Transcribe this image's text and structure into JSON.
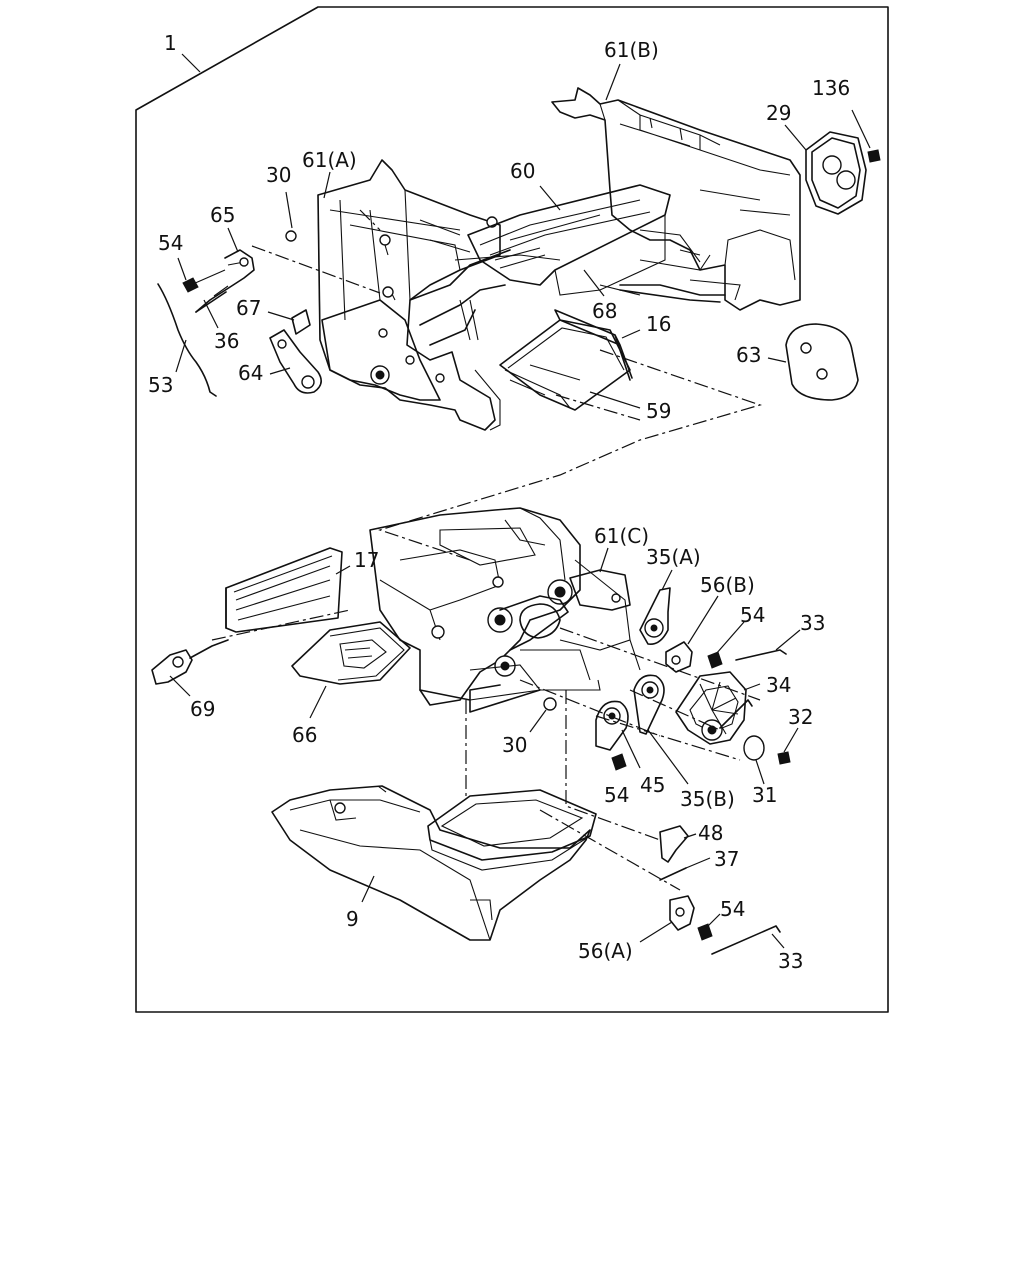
{
  "diagram": {
    "labels": {
      "p1": "1",
      "p61b": "61(B)",
      "p136": "136",
      "p29": "29",
      "p30a": "30",
      "p61a": "61(A)",
      "p60": "60",
      "p65": "65",
      "p54a": "54",
      "p67": "67",
      "p68": "68",
      "p16": "16",
      "p36": "36",
      "p63": "63",
      "p53": "53",
      "p64": "64",
      "p59": "59",
      "p61c": "61(C)",
      "p17": "17",
      "p35a": "35(A)",
      "p56b": "56(B)",
      "p54b": "54",
      "p33a": "33",
      "p34": "34",
      "p69": "69",
      "p32": "32",
      "p66": "66",
      "p30b": "30",
      "p54c": "54",
      "p45": "45",
      "p35b": "35(B)",
      "p31": "31",
      "p48": "48",
      "p37": "37",
      "p9": "9",
      "p54d": "54",
      "p56a": "56(A)",
      "p33b": "33"
    }
  }
}
